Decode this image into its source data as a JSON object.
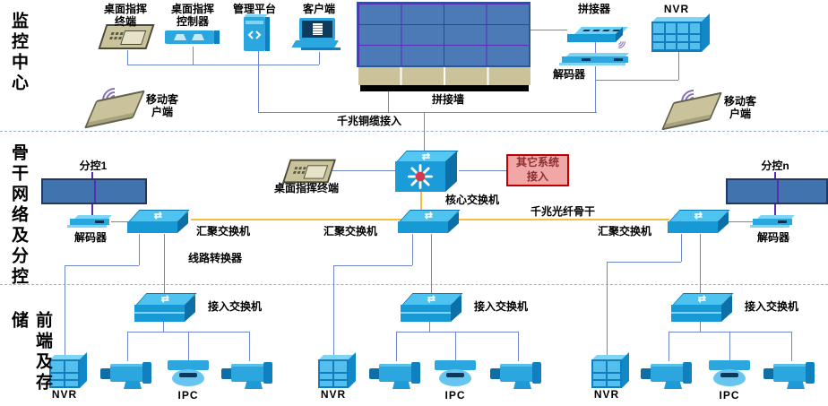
{
  "sections": {
    "monitoring_center": "监控中心",
    "backbone_network": "骨干网络及分控",
    "frontend_storage": "前端及存储"
  },
  "labels": {
    "desktop_terminal": "桌面指挥终端",
    "desktop_controller": "桌面指挥控制器",
    "management_platform": "管理平台",
    "client": "客户端",
    "mobile_client": "移动客户端",
    "video_wall": "拼接墙",
    "splicer": "拼接器",
    "nvr": "NVR",
    "decoder": "解码器",
    "copper_access": "千兆铜缆接入",
    "sub_control_1": "分控1",
    "sub_control_n": "分控n",
    "agg_switch": "汇聚交换机",
    "line_converter": "线路转换器",
    "core_switch": "核心交换机",
    "other_system_access": "其它系统接入",
    "fiber_backbone": "千兆光纤骨干",
    "access_switch": "接入交换机",
    "ipc": "IPC"
  },
  "colors": {
    "device_blue": "#1B9CD8",
    "device_blue_light": "#5BC6F0",
    "device_blue_dark": "#0C6FA8",
    "wall_blue": "#4C7AB6",
    "wall_grid_purple": "#5B2BB8",
    "wall_base_khaki": "#CBC299",
    "connector_blue": "#6E87C8",
    "backbone_yellow": "#EFC042",
    "other_system_fill": "#F2A7A7",
    "other_system_border": "#C00000",
    "core_hub_red": "#D23A50",
    "divider_blue": "#95B3D7"
  }
}
